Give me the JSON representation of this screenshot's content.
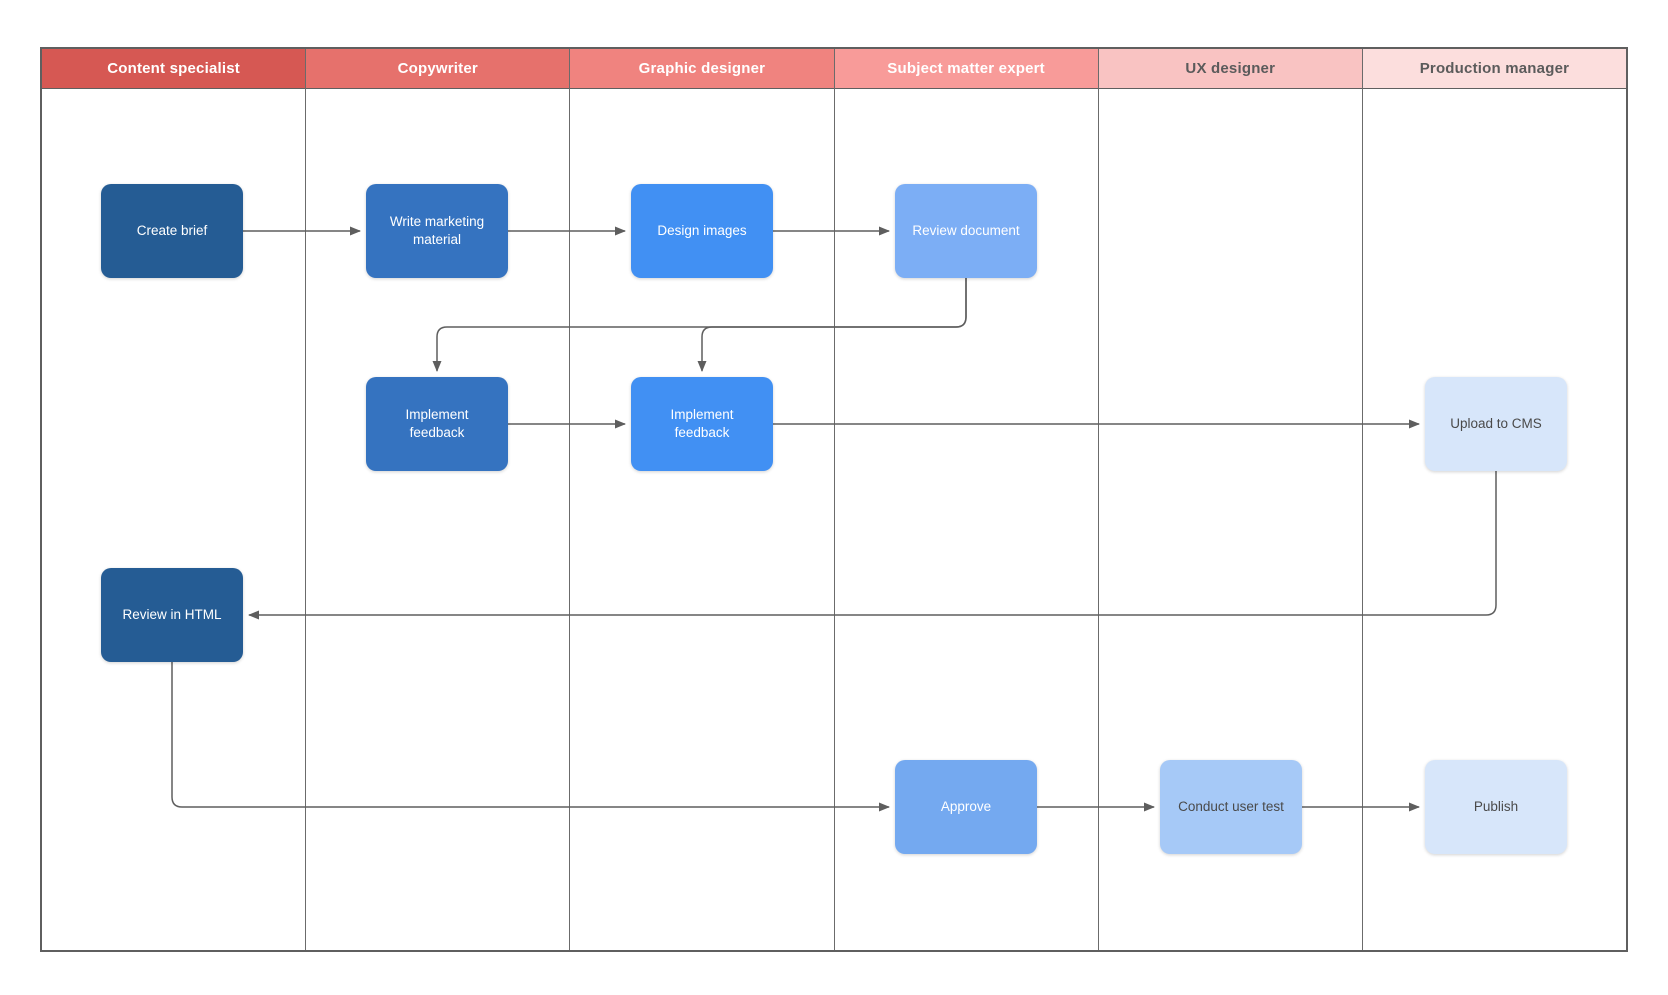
{
  "diagram": {
    "type": "swimlane-flowchart",
    "lanes": [
      {
        "label": "Content specialist",
        "color": "#d65853",
        "text_color": "#ffffff"
      },
      {
        "label": "Copywriter",
        "color": "#e6716c",
        "text_color": "#ffffff"
      },
      {
        "label": "Graphic designer",
        "color": "#f0837f",
        "text_color": "#ffffff"
      },
      {
        "label": "Subject matter expert",
        "color": "#f89b99",
        "text_color": "#ffffff"
      },
      {
        "label": "UX designer",
        "color": "#f9c3c2",
        "text_color": "#5b5b5b"
      },
      {
        "label": "Production manager",
        "color": "#fcdedd",
        "text_color": "#5b5b5b"
      }
    ],
    "nodes": [
      {
        "id": "create-brief",
        "label": "Create brief",
        "lane": "Content specialist",
        "color": "#255c94",
        "text_color": "#ffffff"
      },
      {
        "id": "write-marketing-material",
        "label": "Write marketing\nmaterial",
        "lane": "Copywriter",
        "color": "#3573c0",
        "text_color": "#ffffff"
      },
      {
        "id": "design-images",
        "label": "Design images",
        "lane": "Graphic designer",
        "color": "#4190f3",
        "text_color": "#ffffff"
      },
      {
        "id": "review-document",
        "label": "Review document",
        "lane": "Subject matter expert",
        "color": "#7caef5",
        "text_color": "#ffffff"
      },
      {
        "id": "implement-feedback-copy",
        "label": "Implement\nfeedback",
        "lane": "Copywriter",
        "color": "#3573c0",
        "text_color": "#ffffff"
      },
      {
        "id": "implement-feedback-design",
        "label": "Implement\nfeedback",
        "lane": "Graphic designer",
        "color": "#4190f3",
        "text_color": "#ffffff"
      },
      {
        "id": "upload-to-cms",
        "label": "Upload to CMS",
        "lane": "Production manager",
        "color": "#d7e6fa",
        "text_color": "#4a4a4a"
      },
      {
        "id": "review-in-html",
        "label": "Review in HTML",
        "lane": "Content specialist",
        "color": "#255c94",
        "text_color": "#ffffff"
      },
      {
        "id": "approve",
        "label": "Approve",
        "lane": "Subject matter expert",
        "color": "#74a9f0",
        "text_color": "#ffffff"
      },
      {
        "id": "conduct-user-test",
        "label": "Conduct user test",
        "lane": "UX designer",
        "color": "#a6c9f7",
        "text_color": "#4a4a4a"
      },
      {
        "id": "publish",
        "label": "Publish",
        "lane": "Production manager",
        "color": "#d7e6fa",
        "text_color": "#4a4a4a"
      }
    ],
    "edges": [
      {
        "from": "create-brief",
        "to": "write-marketing-material"
      },
      {
        "from": "write-marketing-material",
        "to": "design-images"
      },
      {
        "from": "design-images",
        "to": "review-document"
      },
      {
        "from": "review-document",
        "to": "implement-feedback-copy"
      },
      {
        "from": "review-document",
        "to": "implement-feedback-design"
      },
      {
        "from": "implement-feedback-copy",
        "to": "implement-feedback-design"
      },
      {
        "from": "implement-feedback-design",
        "to": "upload-to-cms"
      },
      {
        "from": "upload-to-cms",
        "to": "review-in-html"
      },
      {
        "from": "review-in-html",
        "to": "approve"
      },
      {
        "from": "approve",
        "to": "conduct-user-test"
      },
      {
        "from": "conduct-user-test",
        "to": "publish"
      }
    ],
    "colors": {
      "grid_border": "#5f5f5f",
      "connector": "#5e5e5e"
    }
  }
}
